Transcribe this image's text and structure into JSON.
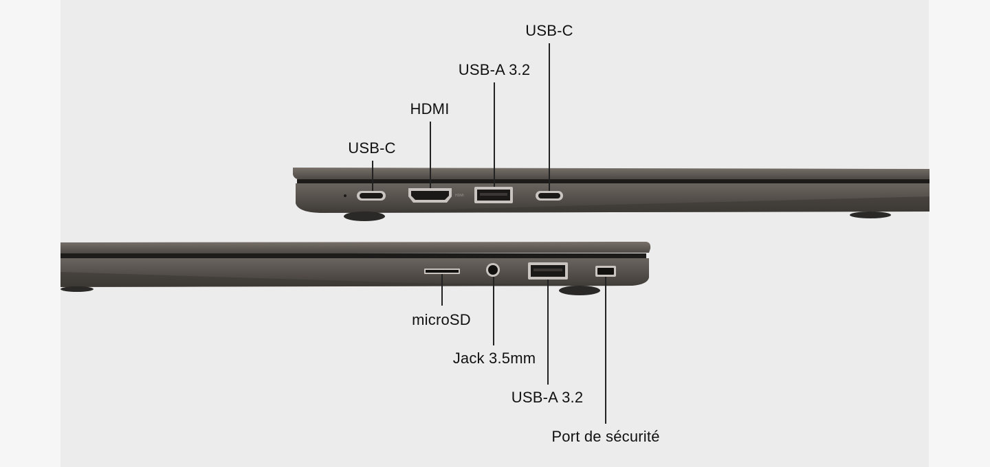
{
  "image": {
    "background_outer": "#f6f6f6",
    "background_panel": "#ececec",
    "laptop_body_color": "#5a5550",
    "laptop_dark_color": "#2a2826",
    "label_color": "#111111"
  },
  "side_view_left": {
    "ports": [
      {
        "label": "USB-C",
        "icon": "usb-c-port"
      },
      {
        "label": "HDMI",
        "icon": "hdmi-port"
      },
      {
        "label": "USB-A 3.2",
        "icon": "usb-a-port"
      },
      {
        "label": "USB-C",
        "icon": "usb-c-port"
      }
    ]
  },
  "side_view_right": {
    "ports": [
      {
        "label": "microSD",
        "icon": "microsd-slot"
      },
      {
        "label": "Jack 3.5mm",
        "icon": "audio-jack"
      },
      {
        "label": "USB-A 3.2",
        "icon": "usb-a-port"
      },
      {
        "label": "Port de sécurité",
        "icon": "security-lock-slot"
      }
    ]
  }
}
